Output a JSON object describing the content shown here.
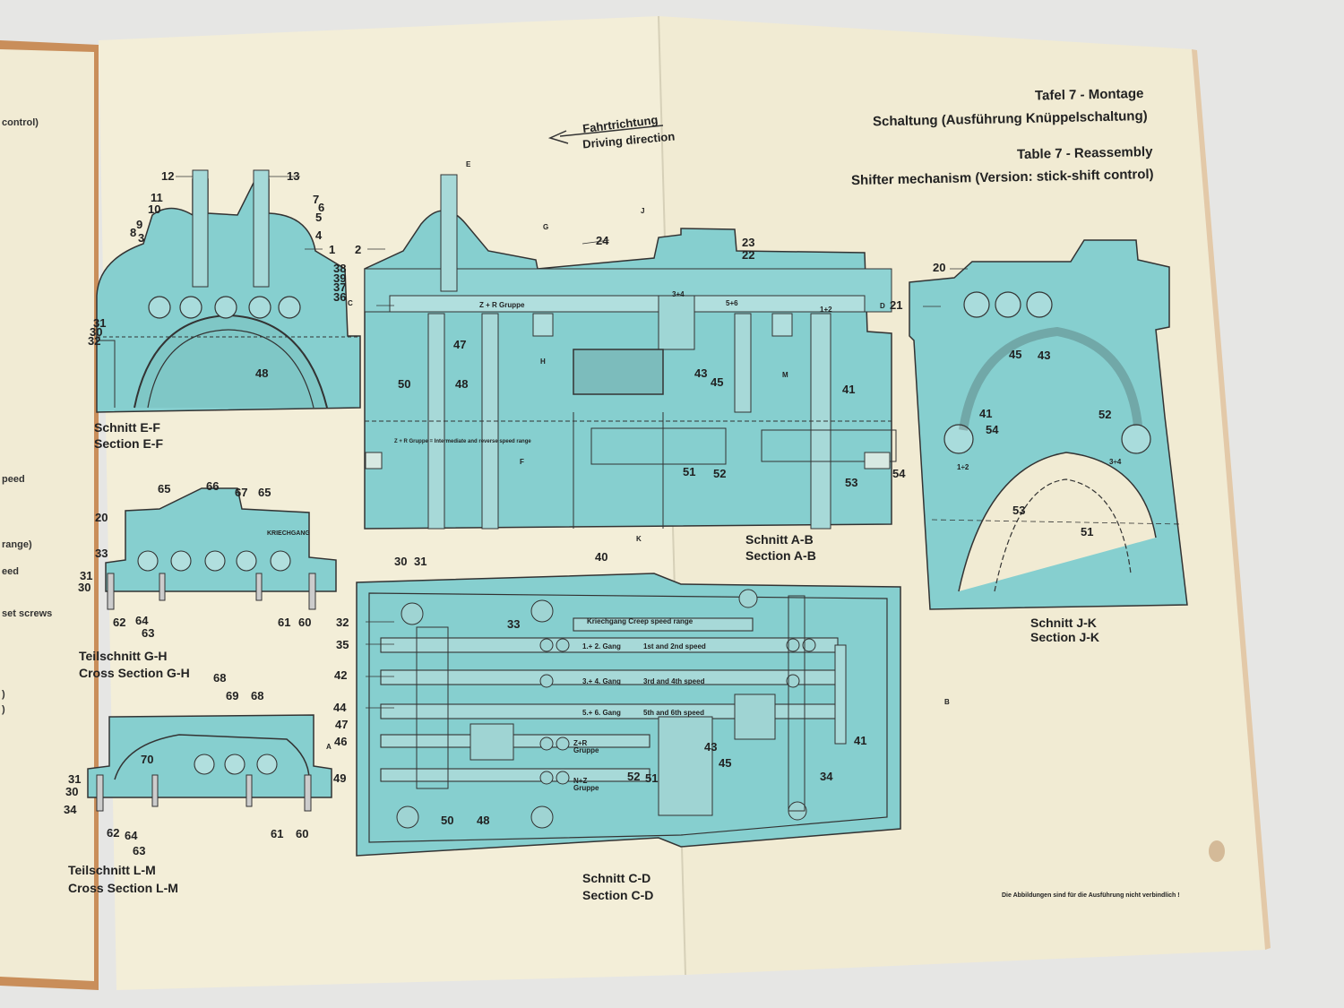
{
  "header": {
    "line1": "Tafel 7 - Montage",
    "line2": "Schaltung (Ausführung Knüppelschaltung)",
    "line3": "Table 7 - Reassembly",
    "line4": "Shifter mechanism (Version: stick-shift control)"
  },
  "direction": {
    "de": "Fahrtrichtung",
    "en": "Driving direction"
  },
  "left_edge": [
    "control)",
    "peed",
    "range)",
    "eed",
    "set screws",
    ")",
    ")"
  ],
  "captions": {
    "ef": {
      "de": "Schnitt E-F",
      "en": "Section E-F"
    },
    "gh": {
      "de": "Teilschnitt G-H",
      "en": "Cross Section G-H"
    },
    "lm": {
      "de": "Teilschnitt   L-M",
      "en": "Cross Section L-M"
    },
    "ab": {
      "de": "Schnitt A-B",
      "en": "Section A-B"
    },
    "jk": {
      "de": "Schnitt J-K",
      "en": "Section J-K"
    },
    "cd": {
      "de": "Schnitt C-D",
      "en": "Section C-D"
    }
  },
  "inner_labels": {
    "zr_gruppe": "Z + R Gruppe",
    "zr_note": "Z + R Gruppe = Intermediate and reverse speed range",
    "kriechgang_top": "KRIECHGANG",
    "kriechgang": "Kriechgang  Creep speed range",
    "g12": "1.+ 2. Gang",
    "s12": "1st and 2nd speed",
    "g34": "3.+ 4. Gang",
    "s34": "3rd and 4th speed",
    "g56": "5.+ 6. Gang",
    "s56": "5th and 6th speed",
    "zr_g": "Z+R Gruppe",
    "nz_g": "N+Z Gruppe",
    "n34": "3+4",
    "n56": "5+6",
    "n12": "1+2",
    "n12b": "1÷2",
    "n34b": "3÷4"
  },
  "footnote": "Die Abbildungen sind für die Ausführung nicht verbindlich !",
  "part_numbers": {
    "ef": [
      "12",
      "13",
      "11",
      "10",
      "9",
      "8",
      "3",
      "7",
      "6",
      "5",
      "4",
      "1",
      "38",
      "39",
      "37",
      "36",
      "31",
      "30",
      "32",
      "48"
    ],
    "ab": [
      "2",
      "E",
      "G",
      "24",
      "J",
      "23",
      "22",
      "C",
      "D",
      "47",
      "50",
      "48",
      "H",
      "43",
      "45",
      "M",
      "41",
      "51",
      "52",
      "53",
      "54",
      "F",
      "K"
    ],
    "jk": [
      "20",
      "21",
      "45",
      "43",
      "41",
      "52",
      "54",
      "53",
      "51"
    ],
    "gh": [
      "65",
      "66",
      "67",
      "65",
      "20",
      "33",
      "31",
      "30",
      "62",
      "64",
      "63",
      "61",
      "60"
    ],
    "lm": [
      "68",
      "69",
      "68",
      "70",
      "31",
      "30",
      "34",
      "62",
      "64",
      "63",
      "61",
      "60",
      "A"
    ],
    "cd": [
      "30",
      "31",
      "40",
      "33",
      "32",
      "35",
      "42",
      "44",
      "47",
      "46",
      "49",
      "50",
      "48",
      "52",
      "51",
      "43",
      "45",
      "34",
      "41",
      "B"
    ]
  }
}
